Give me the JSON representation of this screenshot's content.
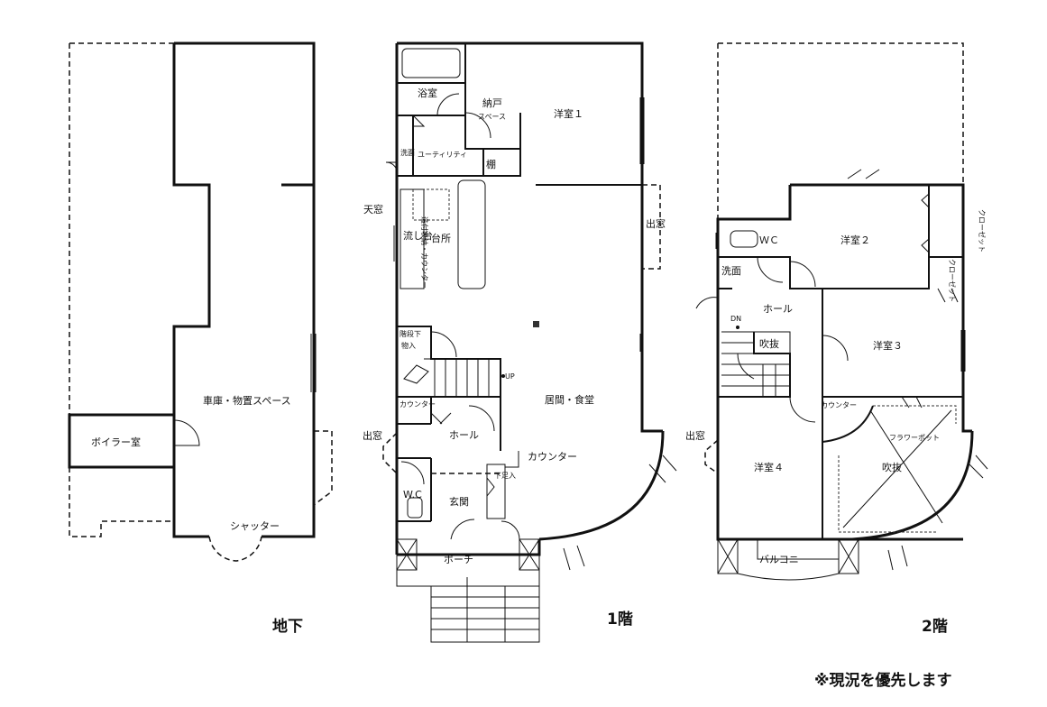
{
  "floors": {
    "basement": {
      "caption": "地下",
      "rooms": {
        "garage": "車庫・物置スペース",
        "boiler": "ボイラー室",
        "shutter": "シャッター"
      }
    },
    "first": {
      "caption": "1階",
      "rooms": {
        "bath": "浴室",
        "storage": "納戸",
        "storage_space": "スペース",
        "western1": "洋室１",
        "washroom": "洗面",
        "utility": "ユーティリティ",
        "shelf": "棚",
        "skylight": "天窓",
        "sink": "流し台",
        "kitchen": "台所",
        "counter_storage": "造付収納・カウンター",
        "bay_window": "出窓",
        "under_stair": "階段下",
        "under_stair2": "物入",
        "up": "UP",
        "living": "居間・食堂",
        "counter_small": "カウンター",
        "hall": "ホール",
        "counter": "カウンター",
        "shoe_box": "下足入",
        "wc": "W.C",
        "entrance": "玄関",
        "porch": "ポーチ",
        "bay_window_left": "出窓"
      }
    },
    "second": {
      "caption": "2階",
      "rooms": {
        "wc": "ＷＣ",
        "western2": "洋室２",
        "closet1": "クローゼット",
        "closet2": "クローゼット",
        "washroom": "洗面",
        "hall": "ホール",
        "dn": "DN",
        "void1": "吹抜",
        "western3": "洋室３",
        "counter": "カウンター",
        "flower_pot": "フラワーポット",
        "bay_window": "出窓",
        "western4": "洋室４",
        "void2": "吹抜",
        "balcony": "バルコニー"
      }
    }
  },
  "note": "※現況を優先します"
}
